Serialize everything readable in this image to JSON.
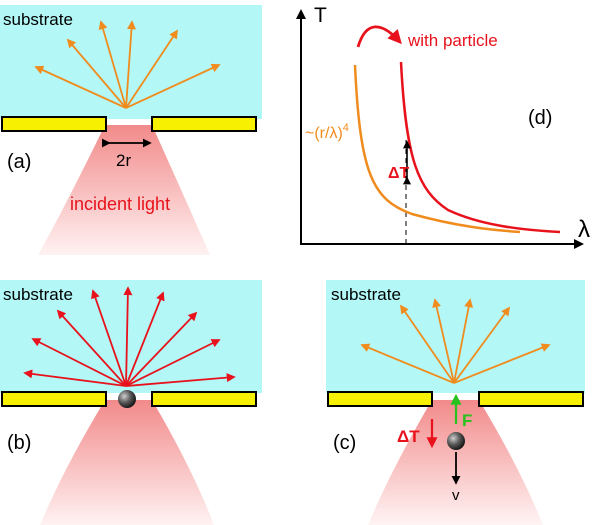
{
  "colors": {
    "substrate": "#b3f7f7",
    "film": "#f7f000",
    "film_border": "#000000",
    "transmission_arrow": "#f08c1e",
    "particle_arrow": "#e8121c",
    "red_text": "#e8121c",
    "orange_text": "#f08c1e",
    "force_arrow": "#27c21f",
    "light": "#f4a6a6"
  },
  "panel_a": {
    "substrate_label": "substrate",
    "panel_label": "(a)",
    "aperture_label": "2r",
    "light_label": "incident light"
  },
  "panel_b": {
    "substrate_label": "substrate",
    "panel_label": "(b)"
  },
  "panel_c": {
    "substrate_label": "substrate",
    "panel_label": "(c)",
    "force_label": "F",
    "delta_t_label": "ΔT",
    "velocity_label": "v"
  },
  "panel_d": {
    "panel_label": "(d)",
    "y_axis_label": "T",
    "x_axis_label": "λ",
    "curve_particle_label": "with particle",
    "curve_scaling_label_base": "~(r/λ)",
    "curve_scaling_label_exp": "4",
    "delta_t_label": "ΔT"
  }
}
